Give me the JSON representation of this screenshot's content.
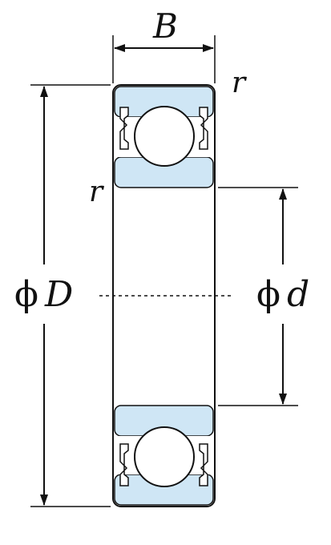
{
  "diagram": {
    "labels": {
      "width": "B",
      "fillet_top": "r",
      "fillet_inner": "r",
      "outer_diameter": "D",
      "bore_diameter": "d",
      "diameter_symbol": "ϕ"
    },
    "colors": {
      "ring_fill": "#cfe6f5",
      "outline": "#111111",
      "ball_fill": "#ffffff"
    },
    "components": [
      "outer-ring",
      "inner-ring",
      "ball",
      "shield",
      "centerline"
    ]
  }
}
